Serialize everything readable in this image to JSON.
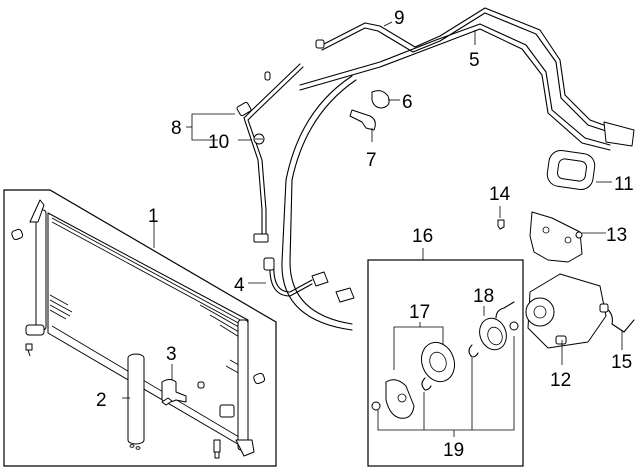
{
  "diagram": {
    "title": "A/C Condenser, Compressor & Lines",
    "callouts": {
      "c1": "1",
      "c2": "2",
      "c3": "3",
      "c4": "4",
      "c5": "5",
      "c6": "6",
      "c7": "7",
      "c8": "8",
      "c9": "9",
      "c10": "10",
      "c11": "11",
      "c12": "12",
      "c13": "13",
      "c14": "14",
      "c15": "15",
      "c16": "16",
      "c17": "17",
      "c18": "18",
      "c19": "19"
    },
    "parts": [
      {
        "ref": "1",
        "name": "condenser"
      },
      {
        "ref": "2",
        "name": "receiver-drier"
      },
      {
        "ref": "3",
        "name": "drier-bracket"
      },
      {
        "ref": "4",
        "name": "suction-hose"
      },
      {
        "ref": "5",
        "name": "tube-assembly"
      },
      {
        "ref": "6",
        "name": "line-clamp"
      },
      {
        "ref": "7",
        "name": "bracket"
      },
      {
        "ref": "8",
        "name": "liquid-line"
      },
      {
        "ref": "9",
        "name": "hose"
      },
      {
        "ref": "10",
        "name": "clip"
      },
      {
        "ref": "11",
        "name": "grommet"
      },
      {
        "ref": "12",
        "name": "compressor"
      },
      {
        "ref": "13",
        "name": "compressor-bracket"
      },
      {
        "ref": "14",
        "name": "bolt"
      },
      {
        "ref": "15",
        "name": "harness"
      },
      {
        "ref": "16",
        "name": "clutch-kit"
      },
      {
        "ref": "17",
        "name": "clutch-hub-pulley"
      },
      {
        "ref": "18",
        "name": "field-coil"
      },
      {
        "ref": "19",
        "name": "snap-rings"
      }
    ]
  }
}
